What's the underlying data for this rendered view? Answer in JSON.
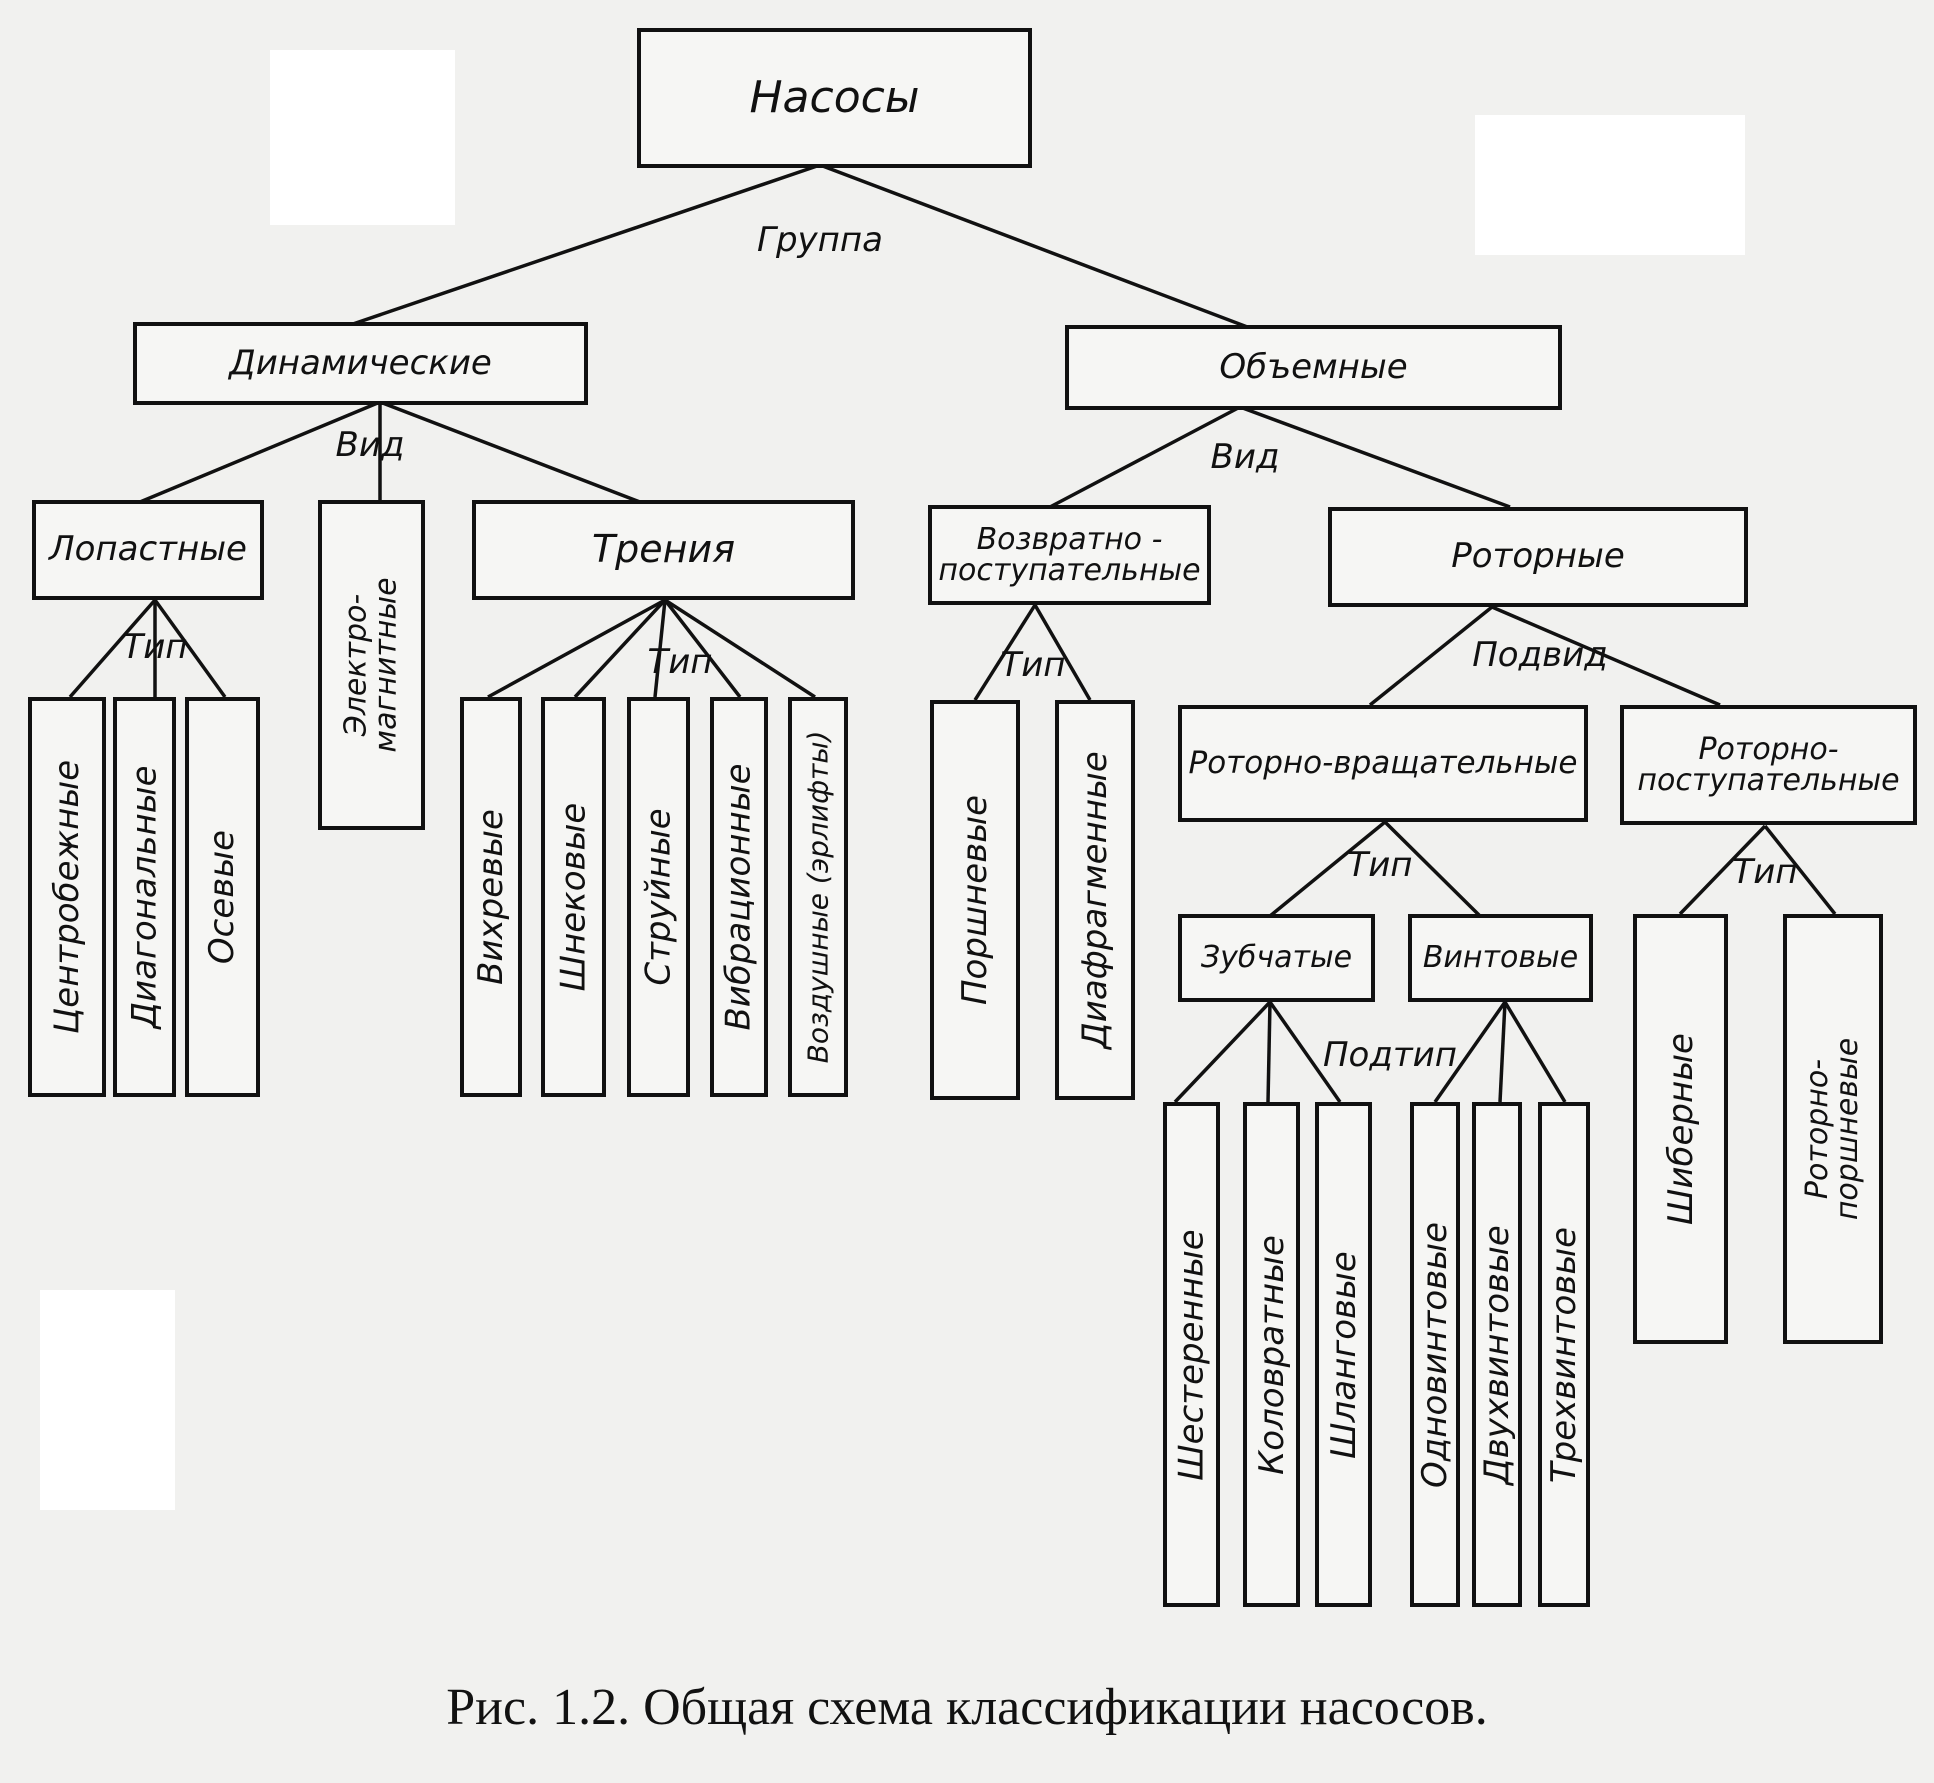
{
  "nodes": {
    "root": "Насосы",
    "dynamic": "Динамические",
    "volumetric": "Объемные",
    "blade": "Лопастные",
    "electromagnetic": "Электро-\nмагнитные",
    "friction": "Трения",
    "reciprocating": "Возвратно -\nпоступательные",
    "rotary": "Роторные",
    "centrifugal": "Центробежные",
    "diagonal": "Диагональные",
    "axial": "Осевые",
    "vortex": "Вихревые",
    "screw_auger": "Шнековые",
    "jet": "Струйные",
    "vibration": "Вибрационные",
    "airlift": "Воздушные (эрлифты)",
    "piston": "Поршневые",
    "diaphragm": "Диафрагменные",
    "rotary_rotational": "Роторно-вращательные",
    "rotary_translational": "Роторно-\nпоступательные",
    "toothed": "Зубчатые",
    "screw": "Винтовые",
    "gear": "Шестеренные",
    "kolovratnye": "Коловратные",
    "hose": "Шланговые",
    "single_screw": "Одновинтовые",
    "twin_screw": "Двухвинтовые",
    "triple_screw": "Трехвинтовые",
    "vane": "Шиберные",
    "rotary_piston": "Роторно-\nпоршневые"
  },
  "edge_labels": {
    "group": "Группа",
    "kind_left": "Вид",
    "kind_right": "Вид",
    "type_blade": "Тип",
    "type_friction": "Тип",
    "type_reciprocating": "Тип",
    "subkind": "Подвид",
    "type_rotational": "Тип",
    "type_translational": "Тип",
    "subtype": "Подтип"
  },
  "caption": "Рис. 1.2. Общая схема классификации насосов."
}
